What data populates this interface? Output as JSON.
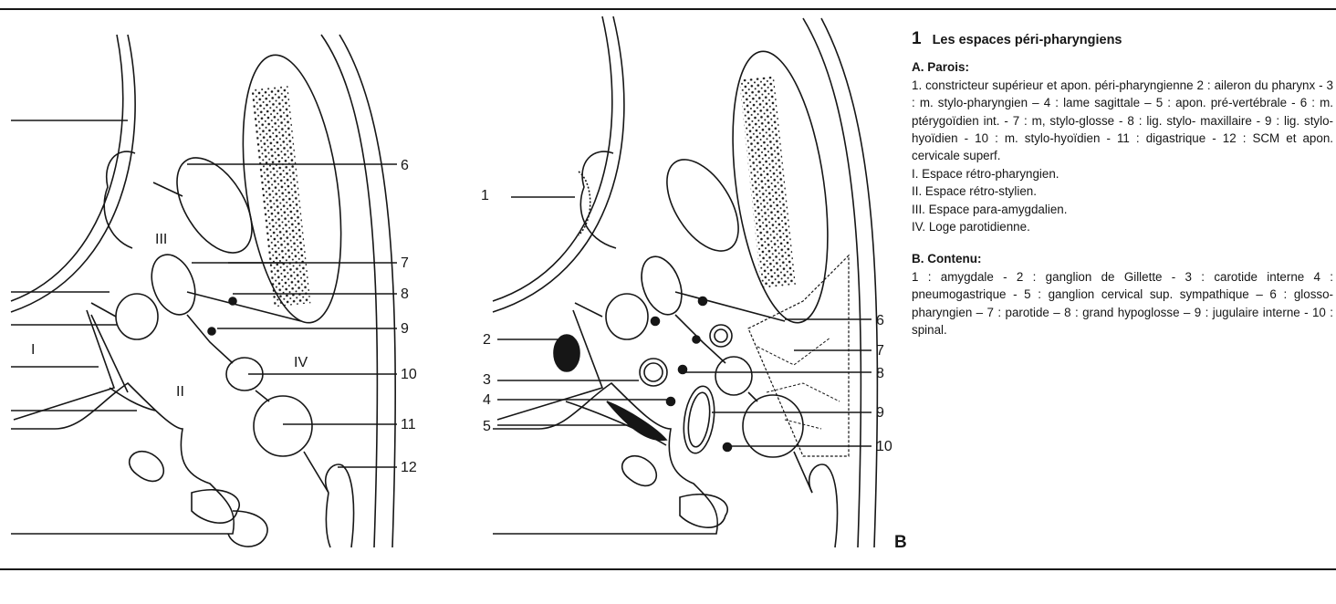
{
  "figure": {
    "left_labels": [
      "6",
      "III",
      "7",
      "8",
      "9",
      "I",
      "IV",
      "10",
      "II",
      "11",
      "12"
    ],
    "right_labels": [
      "1",
      "6",
      "2",
      "7",
      "3",
      "8",
      "4",
      "9",
      "5",
      "10"
    ],
    "panel_letter": "B"
  },
  "legend": {
    "number": "1",
    "title": "Les espaces péri-pharyngiens",
    "section_a": {
      "heading": "A. Parois:",
      "walls_text": "1. constricteur supérieur et apon. péri-pharyngienne 2 : aileron du pharynx - 3 : m. stylo-pharyngien – 4 : lame sagittale – 5 : apon. pré-vertébrale - 6 : m. ptérygoïdien int. - 7 : m, stylo-glosse - 8 : lig. stylo- maxillaire - 9 : lig. stylo-hyoïdien - 10 : m. stylo-hyoïdien - 11 : digastrique - 12 : SCM et apon. cervicale superf.",
      "spaces": [
        "I. Espace rétro-pharyngien.",
        "II. Espace rétro-stylien.",
        "III. Espace para-amygdalien.",
        "IV. Loge parotidienne."
      ]
    },
    "section_b": {
      "heading": "B. Contenu:",
      "content_text": "1 : amygdale - 2 : ganglion de Gillette - 3 : carotide interne 4 : pneumogastrique - 5 : ganglion cervical sup. sympathique – 6 : glosso-pharyngien – 7 : parotide – 8 : grand hypoglosse – 9 : jugulaire interne - 10 : spinal."
    }
  }
}
